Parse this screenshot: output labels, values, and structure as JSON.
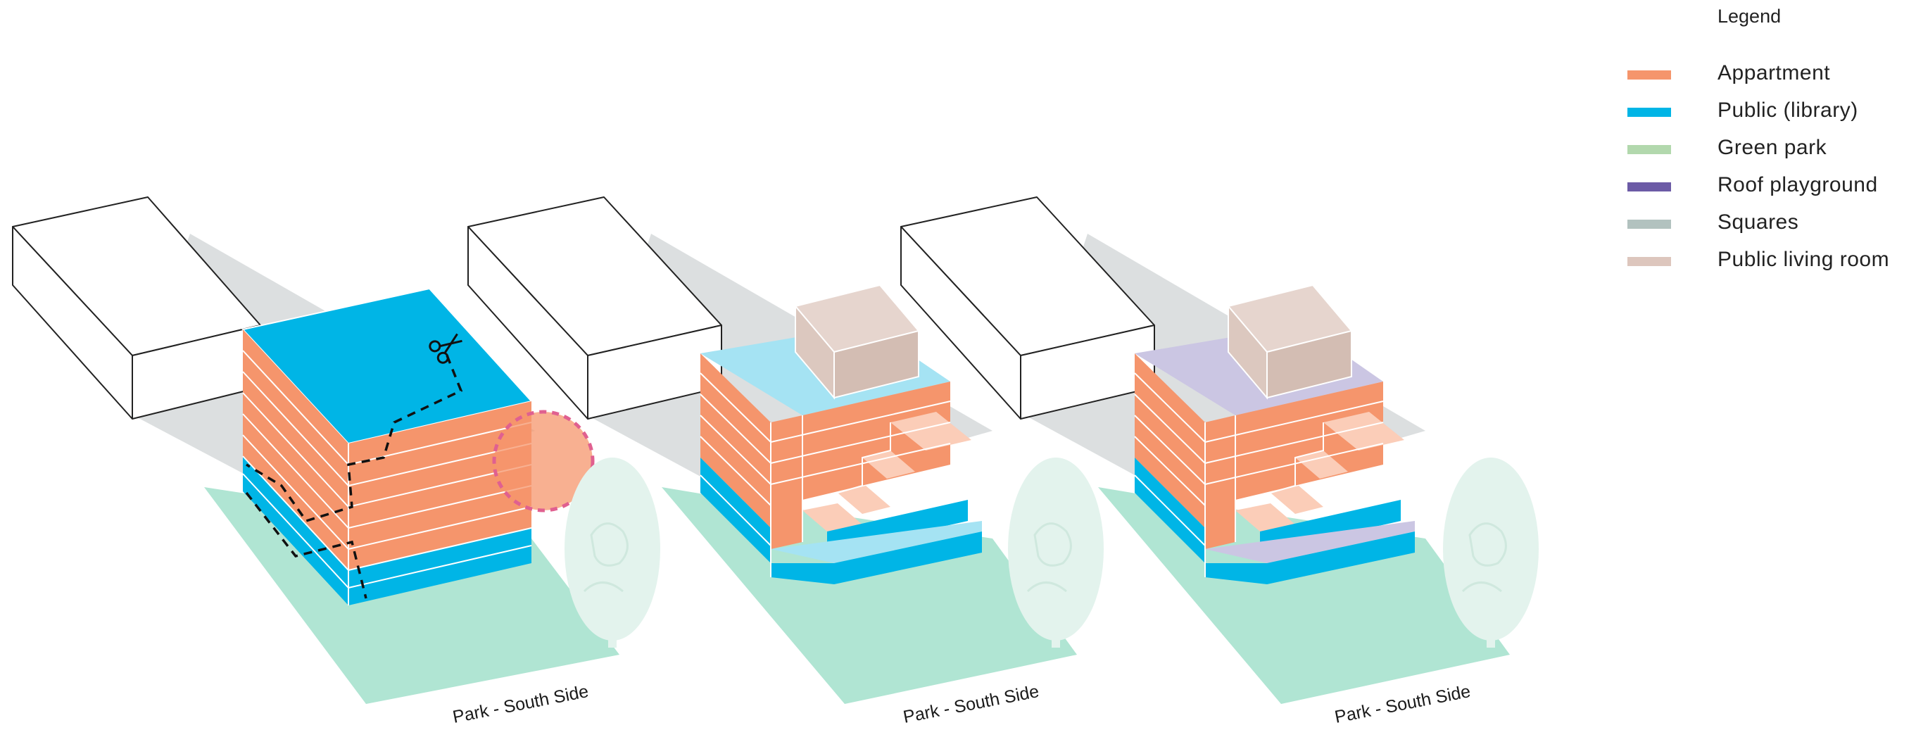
{
  "colors": {
    "appartment": "#f5956c",
    "appartment_light": "#fbcdb8",
    "public": "#00b5e6",
    "public_light": "#a5e3f3",
    "green_park": "#b0e5d3",
    "roof_playground": "#cbc6e3",
    "public_living_room": "#dcc8bf",
    "shadow": "#dcdfe0",
    "tree": "#e3f3ed",
    "cut_circle": "#f5956c"
  },
  "legend": {
    "title": "Legend",
    "items": [
      {
        "label": "Appartment",
        "color": "#f5956c"
      },
      {
        "label": "Public (library)",
        "color": "#00b5e6"
      },
      {
        "label": "Green park",
        "color": "#b2d8ad"
      },
      {
        "label": "Roof playground",
        "color": "#6c5ba6"
      },
      {
        "label": "Squares",
        "color": "#b2c2bf"
      },
      {
        "label": "Public living room",
        "color": "#ddc6bd"
      }
    ]
  },
  "diagrams": [
    {
      "caption": "Park - South Side",
      "roof": "public",
      "icon": "scissors-icon"
    },
    {
      "caption": "Park - South Side",
      "roof": "public"
    },
    {
      "caption": "Park - South Side",
      "roof": "roof-playground"
    }
  ]
}
